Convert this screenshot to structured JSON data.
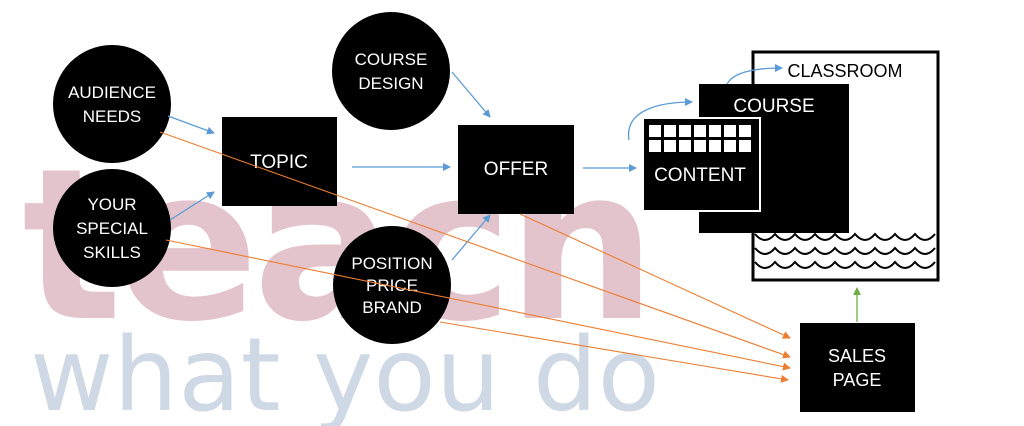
{
  "watermark": {
    "line1": "teach",
    "line2": "what you do",
    "line1_color": "#e3c4cc",
    "line2_color": "#cfd9e6"
  },
  "nodes": {
    "audience_needs": {
      "lines": [
        "AUDIENCE",
        "NEEDS"
      ]
    },
    "your_special_skills": {
      "lines": [
        "YOUR",
        "SPECIAL",
        "SKILLS"
      ]
    },
    "course_design": {
      "lines": [
        "COURSE",
        "DESIGN"
      ]
    },
    "position_price_brand": {
      "lines": [
        "POSITION",
        "PRICE",
        "BRAND"
      ]
    },
    "topic": {
      "label": "TOPIC"
    },
    "offer": {
      "label": "OFFER"
    },
    "content": {
      "label": "CONTENT"
    },
    "course": {
      "label": "COURSE"
    },
    "classroom": {
      "label": "CLASSROOM"
    },
    "sales_page": {
      "lines": [
        "SALES",
        "PAGE"
      ]
    }
  },
  "colors": {
    "node_fill": "#000000",
    "node_text": "#ffffff",
    "flow_arrow": "#5b9bd5",
    "sales_arrow": "#ed7d31",
    "up_arrow": "#70ad47"
  }
}
